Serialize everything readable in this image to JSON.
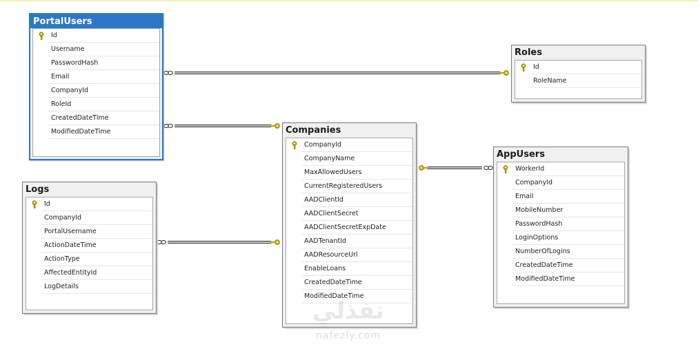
{
  "entities": {
    "portalusers": {
      "title": "PortalUsers",
      "columns": [
        {
          "name": "Id",
          "pk": true
        },
        {
          "name": "Username"
        },
        {
          "name": "PasswordHash"
        },
        {
          "name": "Email"
        },
        {
          "name": "CompanyId"
        },
        {
          "name": "RoleId"
        },
        {
          "name": "CreatedDateTime"
        },
        {
          "name": "ModifiedDateTime"
        }
      ]
    },
    "roles": {
      "title": "Roles",
      "columns": [
        {
          "name": "Id",
          "pk": true
        },
        {
          "name": "RoleName"
        }
      ]
    },
    "companies": {
      "title": "Companies",
      "columns": [
        {
          "name": "CompanyId",
          "pk": true
        },
        {
          "name": "CompanyName"
        },
        {
          "name": "MaxAllowedUsers"
        },
        {
          "name": "CurrentRegisteredUsers"
        },
        {
          "name": "AADClientId"
        },
        {
          "name": "AADClientSecret"
        },
        {
          "name": "AADClientSecretExpDate"
        },
        {
          "name": "AADTenantId"
        },
        {
          "name": "AADResourceUrl"
        },
        {
          "name": "EnableLoans"
        },
        {
          "name": "CreatedDateTime"
        },
        {
          "name": "ModifiedDateTime"
        }
      ]
    },
    "appusers": {
      "title": "AppUsers",
      "columns": [
        {
          "name": "WorkerId",
          "pk": true
        },
        {
          "name": "CompanyId"
        },
        {
          "name": "Email"
        },
        {
          "name": "MobileNumber"
        },
        {
          "name": "PasswordHash"
        },
        {
          "name": "LoginOptions"
        },
        {
          "name": "NumberOfLogins"
        },
        {
          "name": "CreatedDateTime"
        },
        {
          "name": "ModifiedDateTime"
        }
      ]
    },
    "logs": {
      "title": "Logs",
      "columns": [
        {
          "name": "Id",
          "pk": true
        },
        {
          "name": "CompanyId"
        },
        {
          "name": "PortalUsername"
        },
        {
          "name": "ActionDateTime"
        },
        {
          "name": "ActionType"
        },
        {
          "name": "AffectedEntityId"
        },
        {
          "name": "LogDetails"
        }
      ]
    }
  },
  "relationships": [
    {
      "from": "portalusers",
      "to": "roles",
      "from_end": "many",
      "to_end": "one"
    },
    {
      "from": "portalusers",
      "to": "companies",
      "from_end": "many",
      "to_end": "one"
    },
    {
      "from": "companies",
      "to": "appusers",
      "from_end": "one",
      "to_end": "many"
    },
    {
      "from": "logs",
      "to": "companies",
      "from_end": "many",
      "to_end": "one"
    }
  ],
  "selected_entity": "portalusers",
  "watermark": {
    "word": "نفذلي",
    "url": "nafezly.com"
  },
  "colors": {
    "selection_blue": "#2b78c8",
    "title_bar": "#f0f0f0",
    "key_gold": "#e2c400",
    "connector": "#333333"
  }
}
